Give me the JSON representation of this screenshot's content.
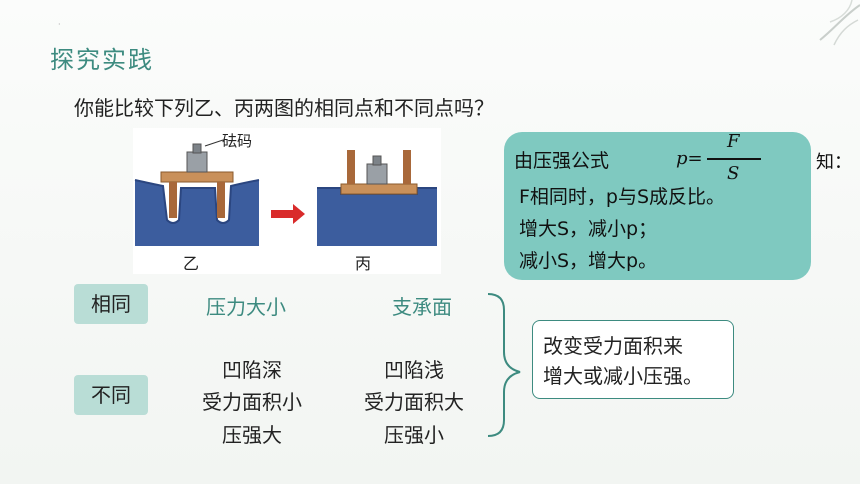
{
  "section_title": "探究实践",
  "question": "你能比较下列乙、丙两图的相同点和不同点吗？",
  "figure": {
    "weight_label": "砝码",
    "label_yi": "乙",
    "label_bing": "丙"
  },
  "formula": {
    "intro": "由压强公式",
    "p_eq": "p=",
    "numerator": "F",
    "denominator": "S",
    "suffix": "知：",
    "line1": "F相同时，p与S成反比。",
    "line2": "增大S，减小p；",
    "line3": "减小S，增大p。"
  },
  "comparison": {
    "same_tag": "相同",
    "same_left": "压力大小",
    "same_right": "支承面",
    "diff_tag": "不同",
    "diff_left": [
      "凹陷深",
      "受力面积小",
      "压强大"
    ],
    "diff_right": [
      "凹陷浅",
      "受力面积大",
      "压强小"
    ]
  },
  "conclusion": [
    "改变受力面积来",
    "增大或减小压强。"
  ],
  "colors": {
    "accent": "#3d8b80",
    "box_fill": "#7fc9c0",
    "tag_fill": "#b9ddd6",
    "arrow": "#d92b2b"
  }
}
